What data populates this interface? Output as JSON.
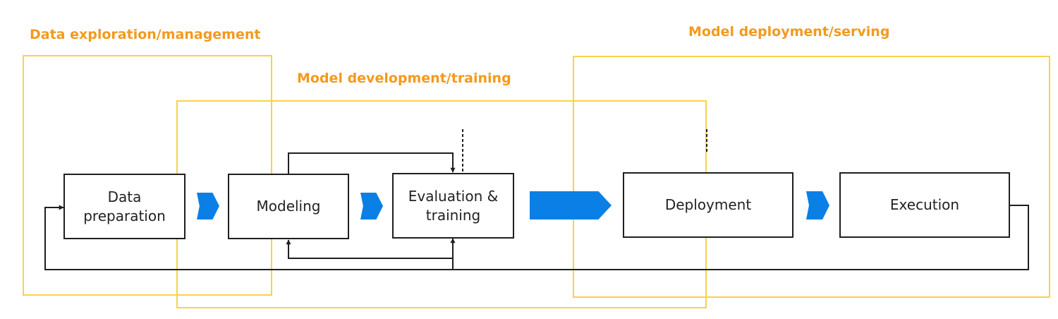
{
  "phases": {
    "data_exploration": "Data exploration/management",
    "model_development": "Model development/training",
    "model_deployment": "Model deployment/serving"
  },
  "steps": {
    "data_preparation": "Data\npreparation",
    "modeling": "Modeling",
    "evaluation_training": "Evaluation &\ntraining",
    "deployment": "Deployment",
    "execution": "Execution"
  },
  "colors": {
    "phase_border": "#f7d34a",
    "phase_label": "#f39a1c",
    "arrow_fill": "#0a80e6",
    "line": "#1f1f1f"
  }
}
